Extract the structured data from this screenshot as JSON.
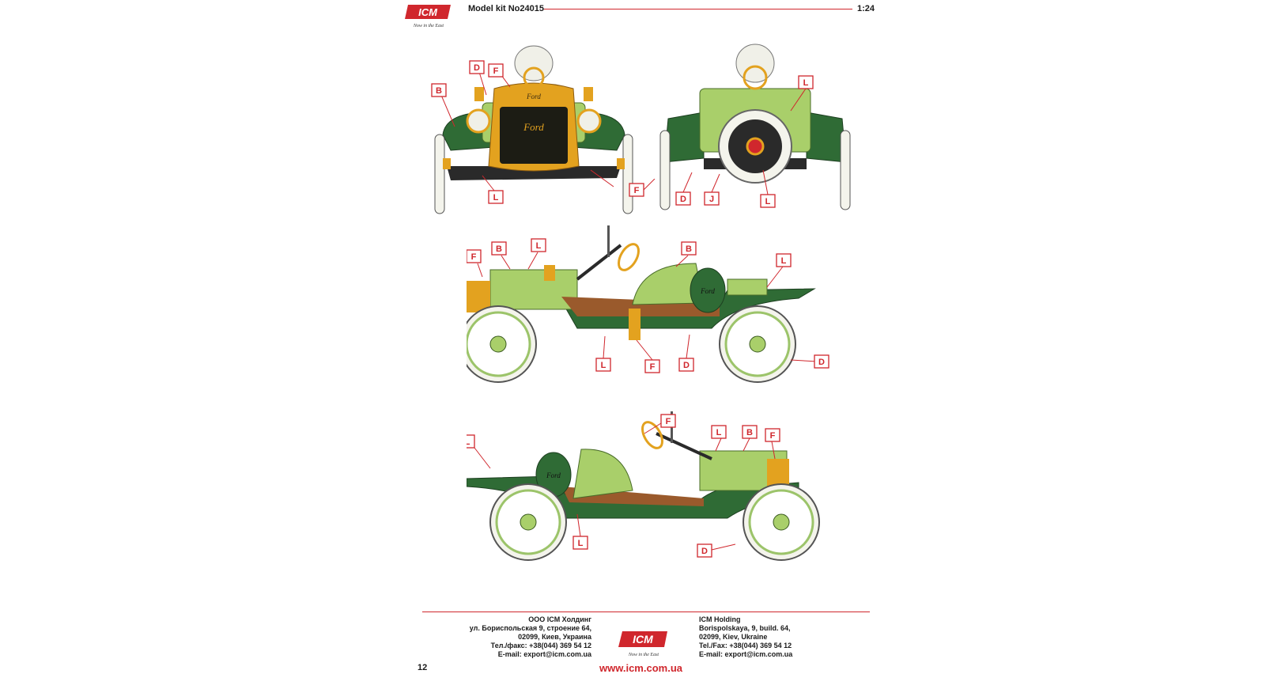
{
  "header": {
    "brand": "ICM",
    "tagline": "Now in the East",
    "kit_title": "Model kit No24015",
    "scale": "1:24"
  },
  "views": {
    "front": {
      "emblem_top": "Ford",
      "emblem_radiator": "Ford"
    },
    "rear": {},
    "side_right": {
      "tank_emblem": "Ford"
    },
    "side_left": {
      "tank_emblem": "Ford"
    }
  },
  "callouts": {
    "front": [
      "B",
      "D",
      "F",
      "L",
      "F"
    ],
    "rear": [
      "L",
      "D",
      "J",
      "L"
    ],
    "side_right": [
      "F",
      "B",
      "L",
      "B",
      "L",
      "L",
      "F",
      "D",
      "D"
    ],
    "side_left": [
      "L",
      "F",
      "L",
      "B",
      "F",
      "L",
      "D"
    ]
  },
  "footer": {
    "ru_address": [
      "ООО ICM Холдинг",
      "ул. Бориспольская 9, строение 64,",
      "02099, Киев, Украина",
      "Тел./факс: +38(044) 369 54 12",
      "E-mail: export@icm.com.ua"
    ],
    "en_address": [
      "ICM Holding",
      "Borispolskaya, 9, build. 64,",
      "02099, Kiev, Ukraine",
      "Tel./Fax: +38(044) 369 54 12",
      "E-mail: export@icm.com.ua"
    ],
    "brand": "ICM",
    "tagline": "Now in the East",
    "page_number": "12",
    "website": "www.icm.com.ua"
  },
  "colors": {
    "accent_red": "#d0272d",
    "body_dark_green": "#2f6b35",
    "body_light_green": "#a9cf6a",
    "brass": "#e3a21f",
    "floor_brown": "#9a5a2c",
    "tire_white": "#f4f4ec",
    "chassis_black": "#2a2a2a"
  }
}
